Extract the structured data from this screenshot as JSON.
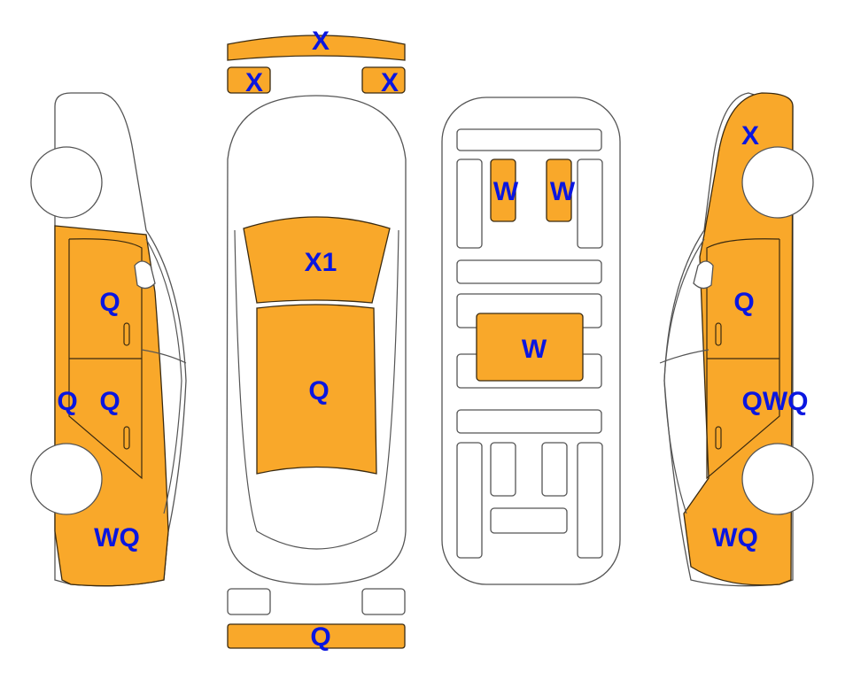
{
  "colors": {
    "damage_fill": "#F9A82A",
    "label": "#0A16E0",
    "outline": "#555555"
  },
  "labels": {
    "roof_top_bar": "X",
    "roof_left_small": "X",
    "roof_right_small": "X",
    "windshield": "X1",
    "hood": "Q",
    "front_bumper": "Q",
    "interior_seat_left": "W",
    "interior_seat_right": "W",
    "interior_center": "W",
    "left_front_door": "Q",
    "left_rocker": "Q",
    "left_rear_door": "Q",
    "left_fender": "WQ",
    "right_rear_quarter": "X",
    "right_front_door": "Q",
    "right_rear_door": "QWQ",
    "right_fender": "WQ"
  }
}
